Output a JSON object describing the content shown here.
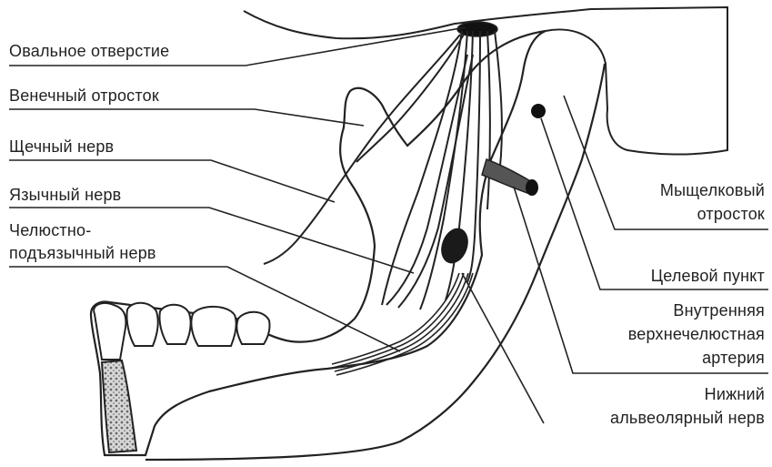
{
  "labels_left": {
    "oval_foramen": "Овальное отверстие",
    "coronoid_process": "Венечный отросток",
    "buccal_nerve": "Щечный нерв",
    "lingual_nerve": "Язычный нерв",
    "mylohyoid_nerve_line1": "Челюстно-",
    "mylohyoid_nerve_line2": "подъязычный нерв"
  },
  "labels_right": {
    "condylar_process_line1": "Мыщелковый",
    "condylar_process_line2": "отросток",
    "target_point": "Целевой пункт",
    "maxillary_artery_line1": "Внутренняя",
    "maxillary_artery_line2": "верхнечелюстная",
    "maxillary_artery_line3": "артерия",
    "inferior_alveolar_nerve_line1": "Нижний",
    "inferior_alveolar_nerve_line2": "альвеолярный нерв"
  },
  "colors": {
    "ink": "#222222",
    "bone_fill": "#ffffff",
    "spongy_bone": "#9a9a9a",
    "shadow": "#555555"
  }
}
